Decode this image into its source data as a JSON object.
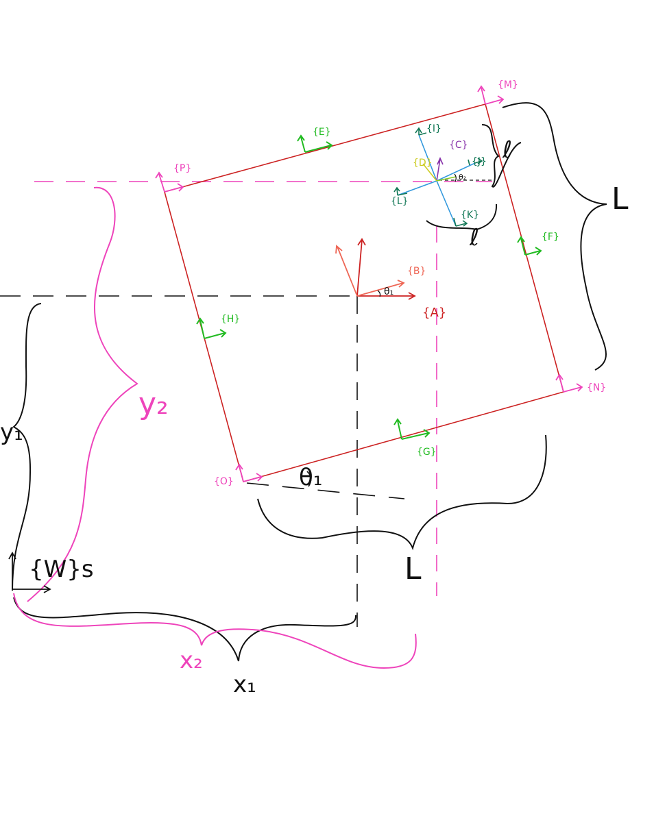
{
  "colors": {
    "magenta": "#ee44bb",
    "red": "#cc2222",
    "salmon": "#ee6655",
    "green": "#22bb22",
    "dark_green": "#117755",
    "blue": "#3399dd",
    "purple": "#8833aa",
    "yellow": "#cccc22",
    "black": "#111111"
  },
  "frames": {
    "P": "{P}",
    "E": "{E}",
    "M": "{M}",
    "F": "{F}",
    "N": "{N}",
    "G": "{G}",
    "O": "{O}",
    "H": "{H}",
    "A": "{A}",
    "B": "{B}",
    "C": "{C}",
    "I": "{I}",
    "D": "{D}",
    "J": "{J}",
    "K": "{K}",
    "L": "{L}",
    "W": "{W}s"
  },
  "dimensions": {
    "side_right": "L",
    "side_bottom": "L",
    "small_top": "ℓ",
    "small_bottom": "ℓ",
    "y1": "y₁",
    "y2": "y₂",
    "x1": "x₁",
    "x2": "x₂"
  },
  "angles": {
    "theta1_center": "θ₁",
    "theta1_corner": "θ₁",
    "theta2": "θ₂"
  }
}
